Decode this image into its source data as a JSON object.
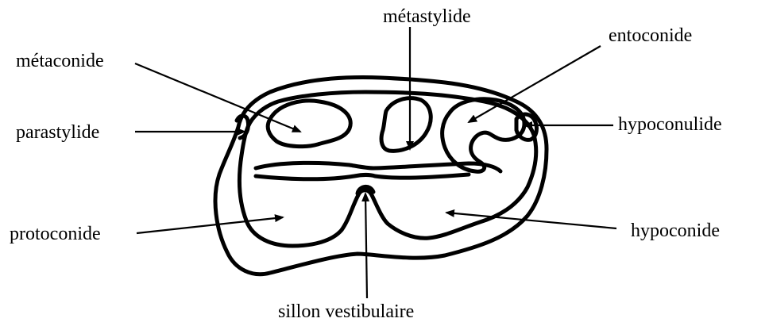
{
  "diagram": {
    "labels": {
      "metastylide": "métastylide",
      "metaconide": "métaconide",
      "entoconide": "entoconide",
      "parastylide": "parastylide",
      "hypoconulide": "hypoconulide",
      "protoconide": "protoconide",
      "hypoconide": "hypoconide",
      "sillon_vestibulaire": "sillon vestibulaire"
    },
    "colors": {
      "ink": "#000000",
      "background": "#ffffff"
    }
  }
}
